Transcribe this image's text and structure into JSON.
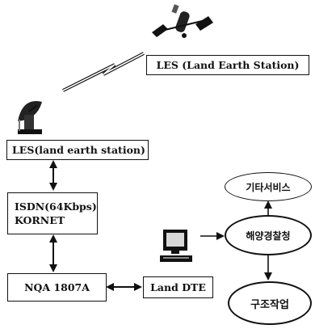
{
  "nodes": {
    "les_top": "LES (Land Earth Station)",
    "les_left": "LES(land earth station)",
    "isdn_line1": "ISDN(64Kbps)",
    "isdn_line2": "KORNET",
    "nqa": "NQA 1807A",
    "land_dte": "Land DTE",
    "other_services": "기타서비스",
    "maritime_police": "해양경찰청",
    "rescue_work": "구조작업"
  },
  "icons": [
    "satellite-icon",
    "lightning-link-icon",
    "dish-antenna-icon",
    "computer-terminal-icon"
  ]
}
